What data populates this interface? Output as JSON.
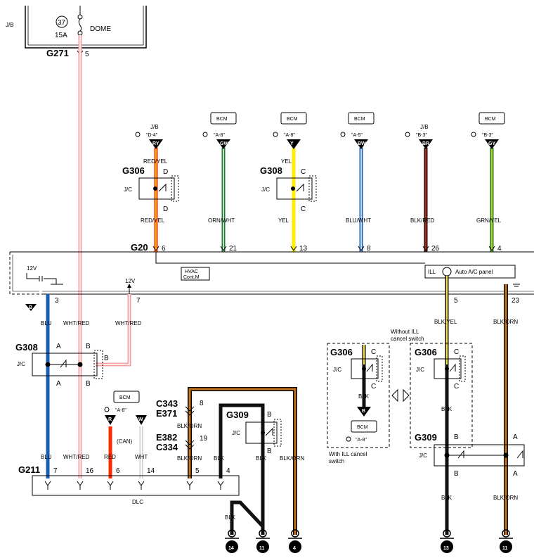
{
  "colors": {
    "red": "#ff2a00",
    "green": "#1c7a2c",
    "yellow": "#ffee00",
    "blue": "#1a5fb4",
    "black": "#111111",
    "orange": "#c8741a",
    "pink": "#f4a0a0"
  },
  "top": {
    "jb": "J/B",
    "fuse_no": "37",
    "fuse_amp": "15A",
    "fuse_name": "DOME",
    "g271": "G271",
    "g271_pin": "5"
  },
  "bcm": "BCM",
  "upper_branches": [
    {
      "jb": "J/B",
      "ref": "\"D-4\"",
      "tag": "RY",
      "wire_top": "RED/YEL",
      "wire_bot": "RED/YEL",
      "g20_pin": "6"
    },
    {
      "jb": "",
      "ref": "\"A-8\"",
      "tag": "GW",
      "wire_top": "",
      "wire_bot": "ORN/WHT",
      "g20_pin": "21"
    },
    {
      "jb": "",
      "ref": "\"A-8\"",
      "tag": "Y",
      "wire_top": "YEL",
      "wire_bot": "YEL",
      "g20_pin": "13"
    },
    {
      "jb": "",
      "ref": "\"A-5\"",
      "tag": "BW",
      "wire_top": "",
      "wire_bot": "BLU/WHT",
      "g20_pin": "8"
    },
    {
      "jb": "J/B",
      "ref": "\"B-3\"",
      "tag": "BR",
      "wire_top": "",
      "wire_bot": "BLK/RED",
      "g20_pin": "26"
    },
    {
      "jb": "",
      "ref": "\"B-3\"",
      "tag": "GY",
      "wire_top": "",
      "wire_bot": "GRN/YEL",
      "g20_pin": "4"
    }
  ],
  "g306_top": {
    "name": "G306",
    "pin": "D",
    "jc": "J/C"
  },
  "g308_top": {
    "name": "G308",
    "pin": "C",
    "jc": "J/C"
  },
  "g20": "G20",
  "hvac": {
    "line1": "HVAC",
    "line2": "Cont.M",
    "v12": "12V",
    "b_tag": "B",
    "pin3": "3",
    "pin7": "7",
    "v12b": "12V"
  },
  "ill": {
    "ill": "ILL",
    "panel": "Auto A/C panel",
    "pin5": "5",
    "pin23": "23"
  },
  "left": {
    "blu": "BLU",
    "wht_red": "WHT/RED",
    "wht_red2": "WHT/RED",
    "g308": "G308",
    "pin_a": "A",
    "pin_b": "B",
    "jc": "J/C",
    "bcm_ref": "\"A-8\"",
    "tag_r": "R",
    "tag_w": "W",
    "can": "(CAN)",
    "red": "RED",
    "wht": "WHT"
  },
  "connectors": {
    "c343": "C343",
    "e371": "E371",
    "pin8": "8",
    "blk_orn1": "BLK/ORN",
    "e382": "E382",
    "c334": "C334",
    "pin19": "19",
    "blk_orn2": "BLK/ORN",
    "blk": "BLK"
  },
  "g309_mid": {
    "name": "G309",
    "pin": "B",
    "jc": "J/C",
    "blk": "BLK",
    "blk_orn": "BLK/ORN"
  },
  "g211": {
    "name": "G211",
    "pins": [
      "7",
      "16",
      "6",
      "14",
      "5",
      "4"
    ],
    "dlc": "DLC"
  },
  "grounds": [
    "14",
    "11",
    "4",
    "13",
    "11"
  ],
  "ground_blk": "BLK",
  "right": {
    "blk_yel": "BLK/YEL",
    "blk_orn": "BLK/ORN",
    "without": "Without ILL",
    "without2": "cancel switch",
    "with": "With ILL cancel",
    "with2": "switch",
    "g306": "G306",
    "pin_c": "C",
    "jc": "J/C",
    "blk": "BLK",
    "b_tag": "B",
    "bcm_ref": "\"A-8\"",
    "g309": "G309",
    "pin_b": "B",
    "pin_a": "A",
    "blk_orn2": "BLK/ORN"
  }
}
